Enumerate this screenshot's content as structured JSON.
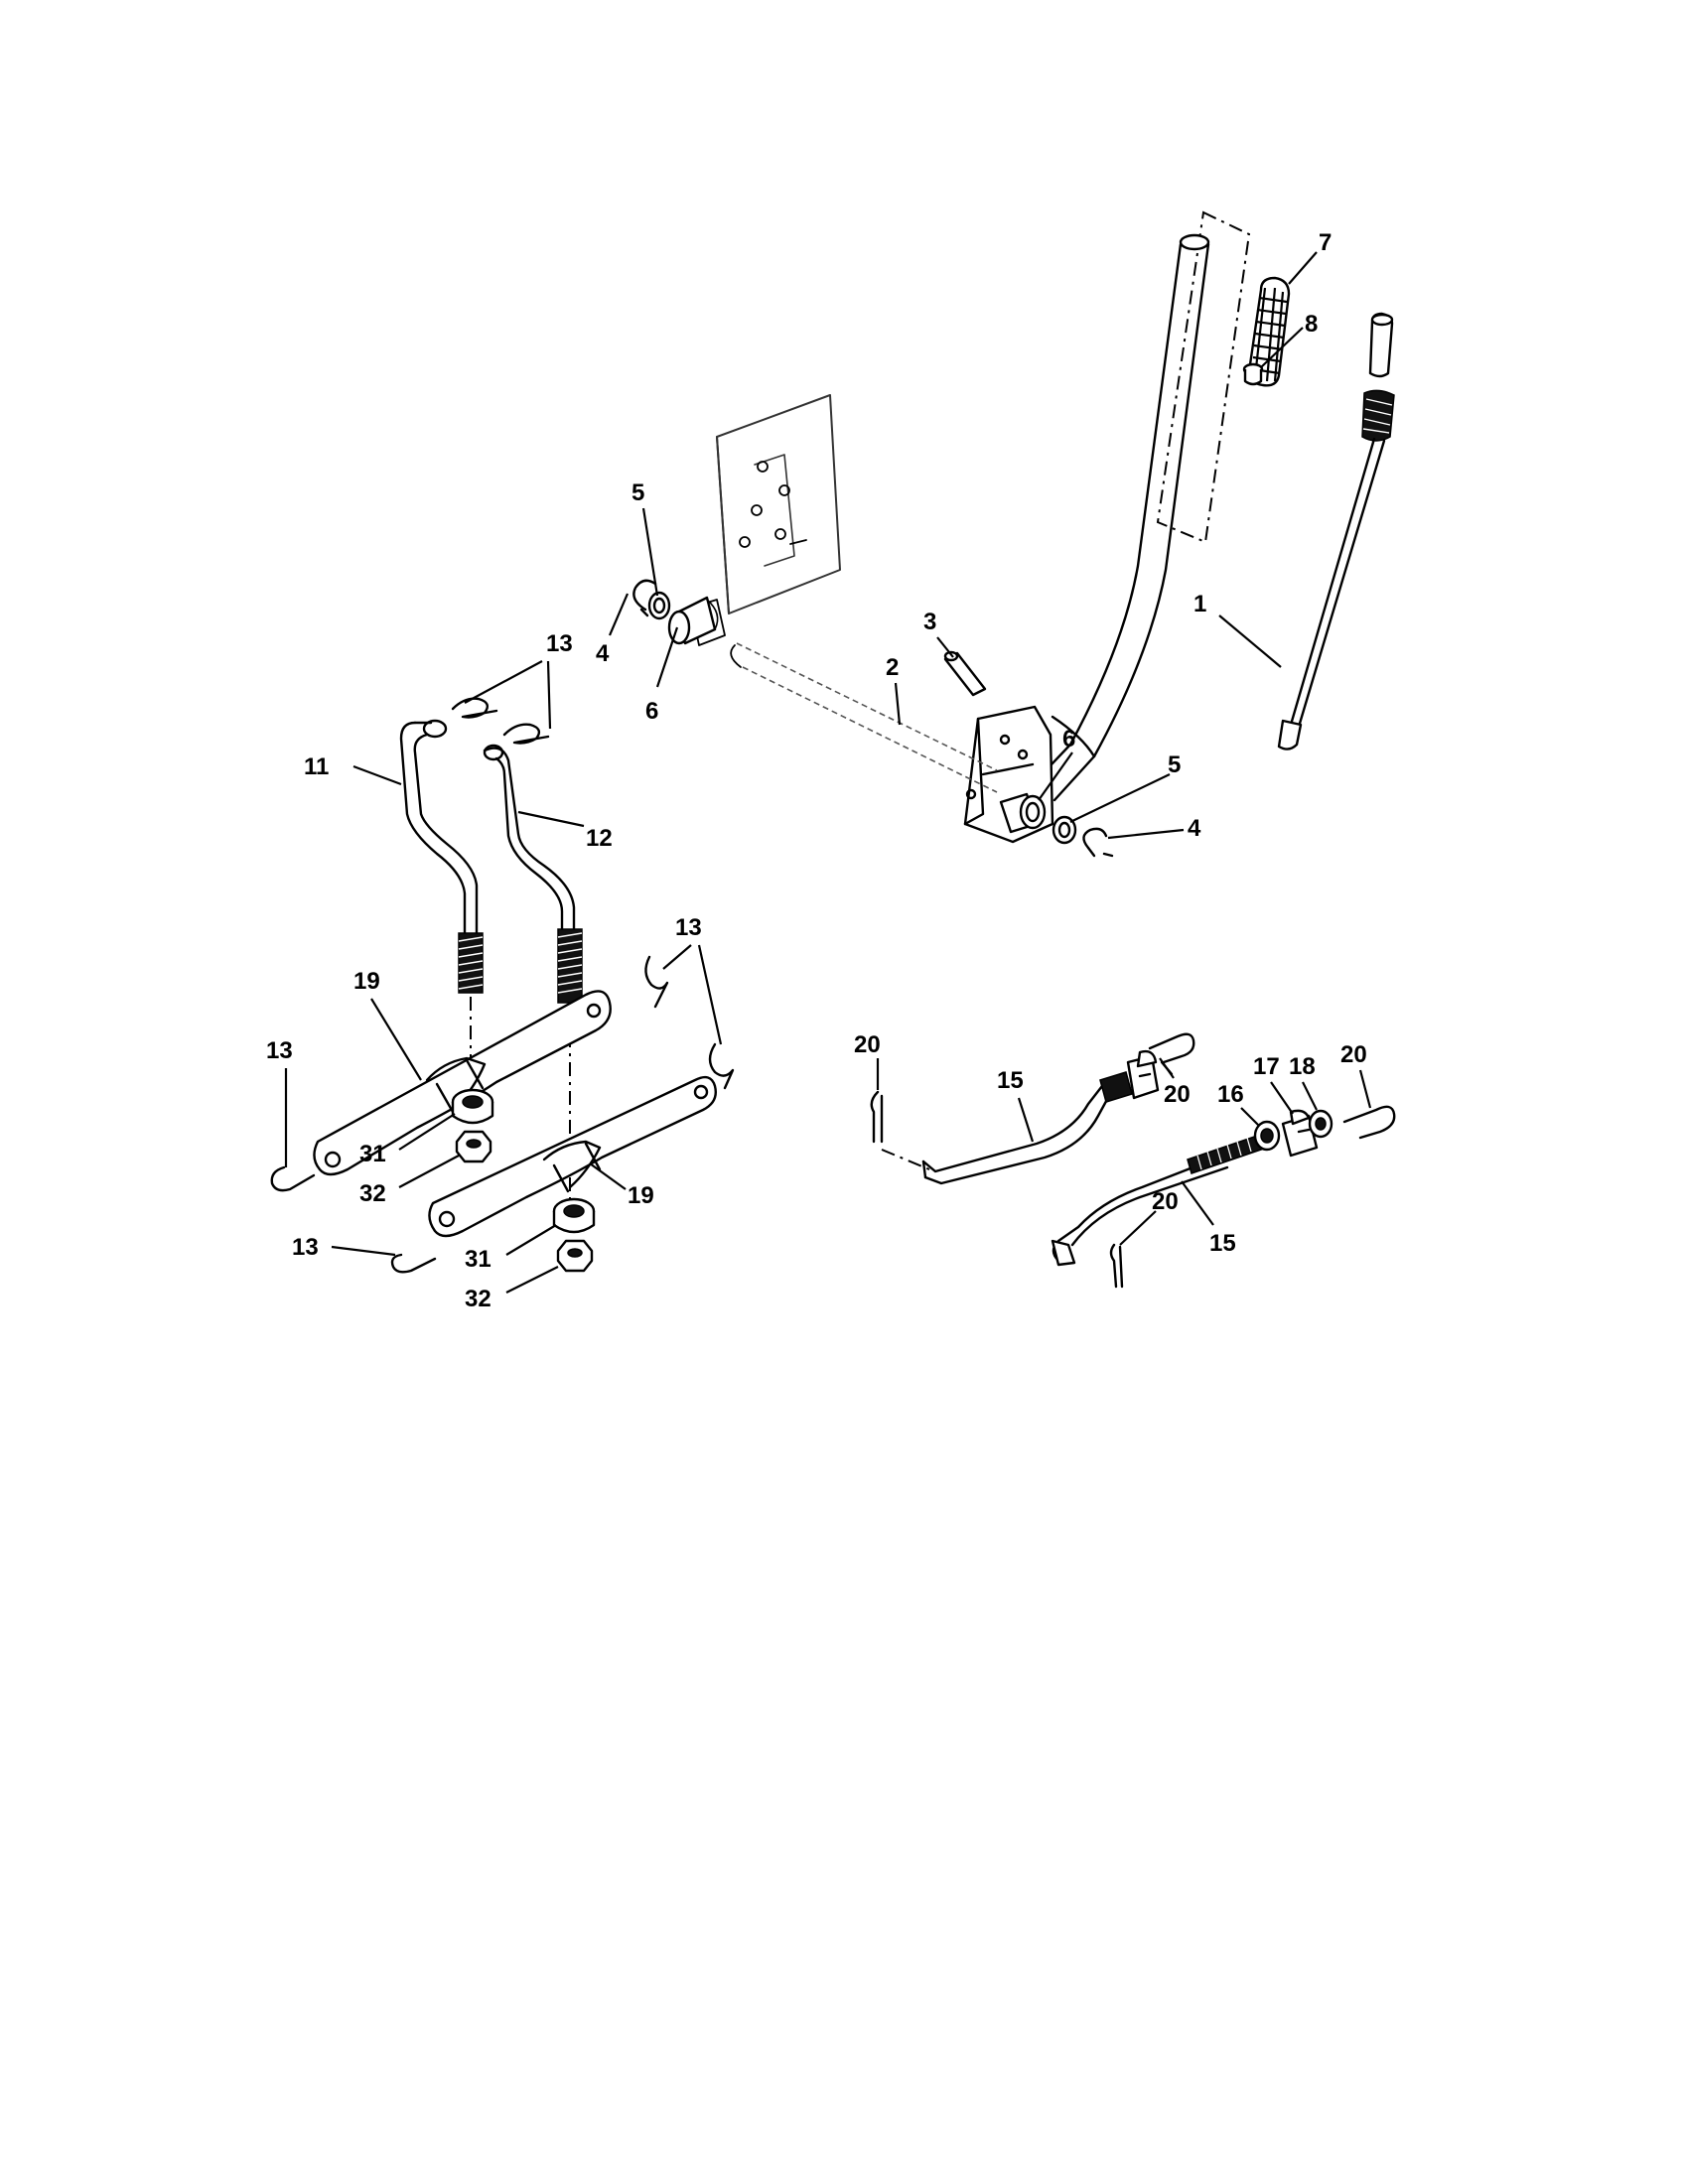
{
  "header_mark": "",
  "callouts": [
    {
      "id": "c7",
      "label": "7"
    },
    {
      "id": "c8",
      "label": "8"
    },
    {
      "id": "c5a",
      "label": "5"
    },
    {
      "id": "c4a",
      "label": "4"
    },
    {
      "id": "c6a",
      "label": "6"
    },
    {
      "id": "c3",
      "label": "3"
    },
    {
      "id": "c2",
      "label": "2"
    },
    {
      "id": "c1",
      "label": "1"
    },
    {
      "id": "c6b",
      "label": "6"
    },
    {
      "id": "c5b",
      "label": "5"
    },
    {
      "id": "c4b",
      "label": "4"
    },
    {
      "id": "c13a",
      "label": "13"
    },
    {
      "id": "c11",
      "label": "11"
    },
    {
      "id": "c12",
      "label": "12"
    },
    {
      "id": "c13b",
      "label": "13"
    },
    {
      "id": "c19a",
      "label": "19"
    },
    {
      "id": "c13c",
      "label": "13"
    },
    {
      "id": "c31a",
      "label": "31"
    },
    {
      "id": "c32a",
      "label": "32"
    },
    {
      "id": "c19b",
      "label": "19"
    },
    {
      "id": "c13d",
      "label": "13"
    },
    {
      "id": "c31b",
      "label": "31"
    },
    {
      "id": "c32b",
      "label": "32"
    },
    {
      "id": "c20a",
      "label": "20"
    },
    {
      "id": "c15a",
      "label": "15"
    },
    {
      "id": "c20b",
      "label": "20"
    },
    {
      "id": "c16",
      "label": "16"
    },
    {
      "id": "c17",
      "label": "17"
    },
    {
      "id": "c18",
      "label": "18"
    },
    {
      "id": "c20c",
      "label": "20"
    },
    {
      "id": "c20d",
      "label": "20"
    },
    {
      "id": "c15b",
      "label": "15"
    }
  ]
}
